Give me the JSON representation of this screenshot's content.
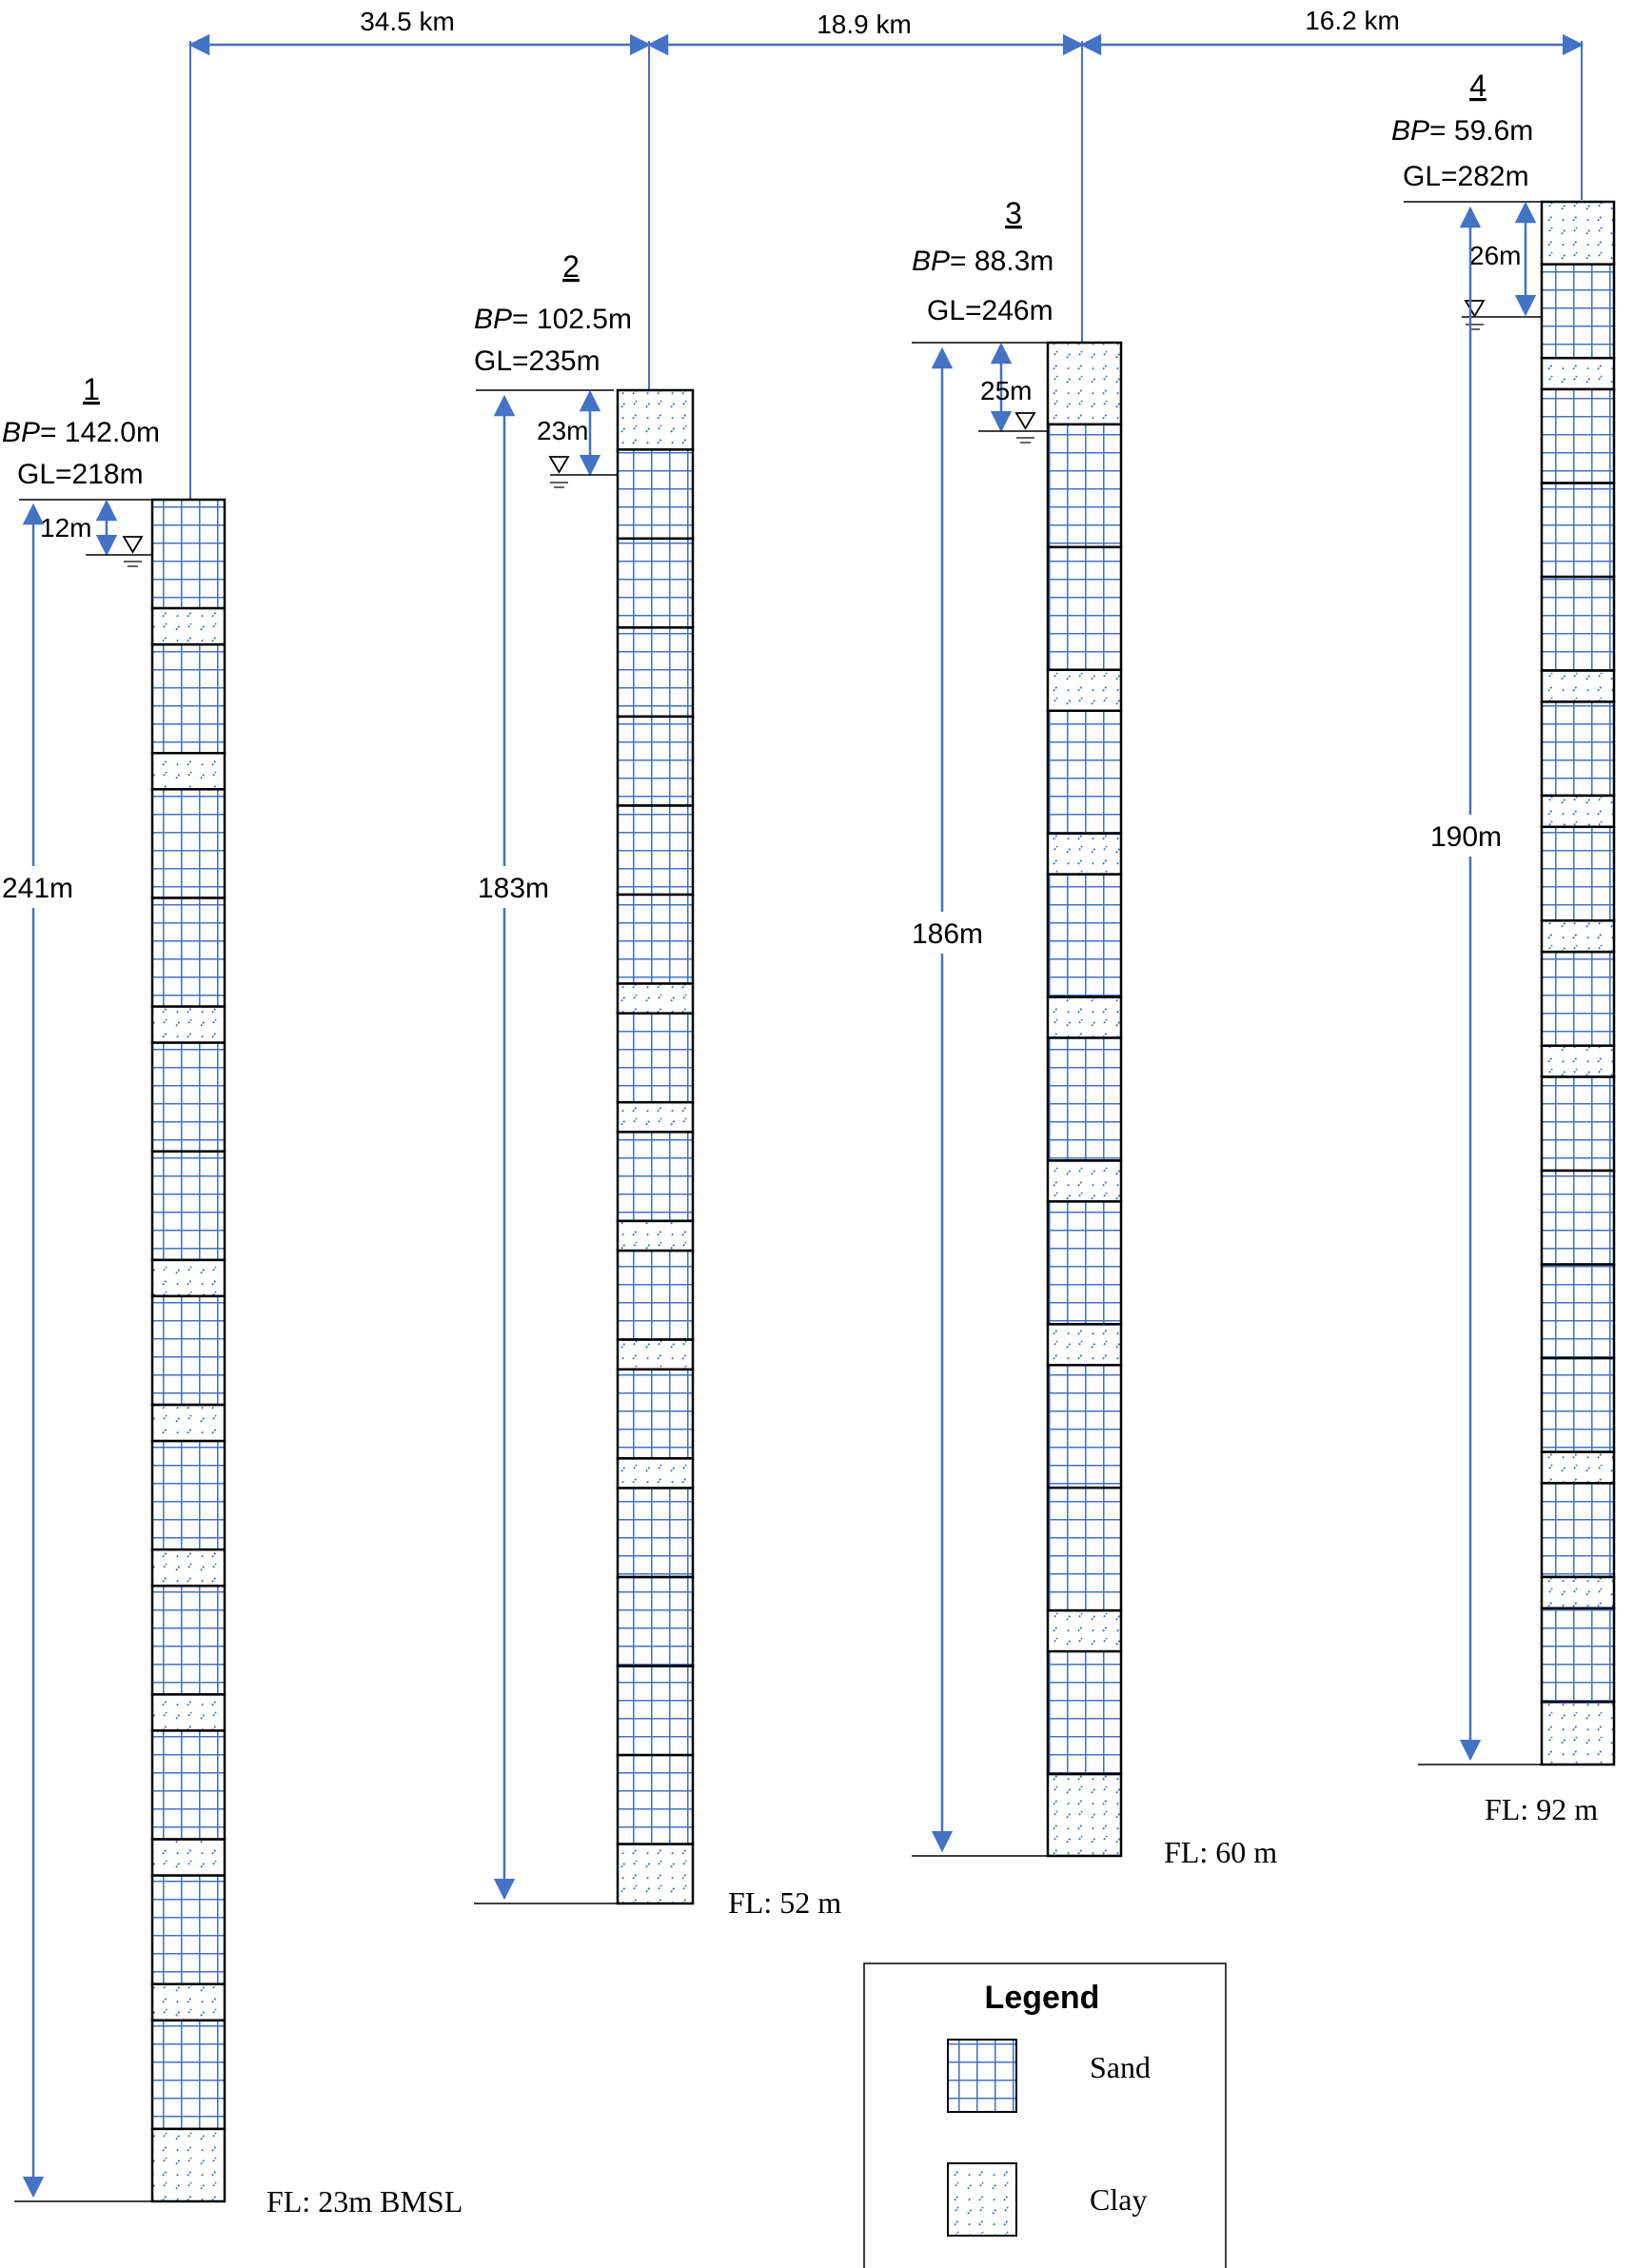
{
  "colors": {
    "accent": "#4472C4",
    "outline": "#000000",
    "sand_fill": "#ffffff"
  },
  "distances": [
    {
      "label": "34.5 km",
      "from": 1,
      "to": 2
    },
    {
      "label": "18.9 km",
      "from": 2,
      "to": 3
    },
    {
      "label": "16.2 km",
      "from": 3,
      "to": 4
    }
  ],
  "boreholes": [
    {
      "number": "1",
      "bp_label": "BP",
      "bp_value": "= 142.0m",
      "gl": "GL=218m",
      "water_depth": "12m",
      "total_depth": "241m",
      "fl": "FL: 23m BMSL",
      "layers": [
        "sand",
        "clay",
        "sand",
        "clay",
        "sand",
        "sand",
        "clay",
        "sand",
        "sand",
        "clay",
        "sand",
        "clay",
        "sand",
        "clay",
        "sand",
        "clay",
        "sand",
        "clay",
        "sand",
        "clay",
        "sand",
        "clay"
      ]
    },
    {
      "number": "2",
      "bp_label": "BP",
      "bp_value": "= 102.5m",
      "gl": "GL=235m",
      "water_depth": "23m",
      "total_depth": "183m",
      "fl": "FL: 52 m",
      "layers": [
        "clay",
        "sand",
        "sand",
        "sand",
        "sand",
        "sand",
        "sand",
        "clay",
        "sand",
        "clay",
        "sand",
        "clay",
        "sand",
        "clay",
        "sand",
        "clay",
        "sand",
        "sand",
        "sand",
        "sand",
        "clay"
      ]
    },
    {
      "number": "3",
      "bp_label": "BP",
      "bp_value": "= 88.3m",
      "gl": "GL=246m",
      "water_depth": "25m",
      "total_depth": "186m",
      "fl": "FL: 60 m",
      "layers": [
        "clay",
        "sand",
        "sand",
        "clay",
        "sand",
        "clay",
        "sand",
        "clay",
        "sand",
        "clay",
        "sand",
        "clay",
        "sand",
        "sand",
        "clay",
        "sand",
        "clay"
      ]
    },
    {
      "number": "4",
      "bp_label": "BP",
      "bp_value": "= 59.6m",
      "gl": "GL=282m",
      "water_depth": "26m",
      "total_depth": "190m",
      "fl": "FL: 92 m",
      "layers": [
        "clay",
        "sand",
        "clay",
        "sand",
        "sand",
        "sand",
        "clay",
        "sand",
        "clay",
        "sand",
        "clay",
        "sand",
        "clay",
        "sand",
        "sand",
        "sand",
        "sand",
        "clay",
        "sand",
        "clay",
        "sand",
        "clay"
      ]
    }
  ],
  "legend": {
    "title": "Legend",
    "sand": "Sand",
    "clay": "Clay"
  }
}
